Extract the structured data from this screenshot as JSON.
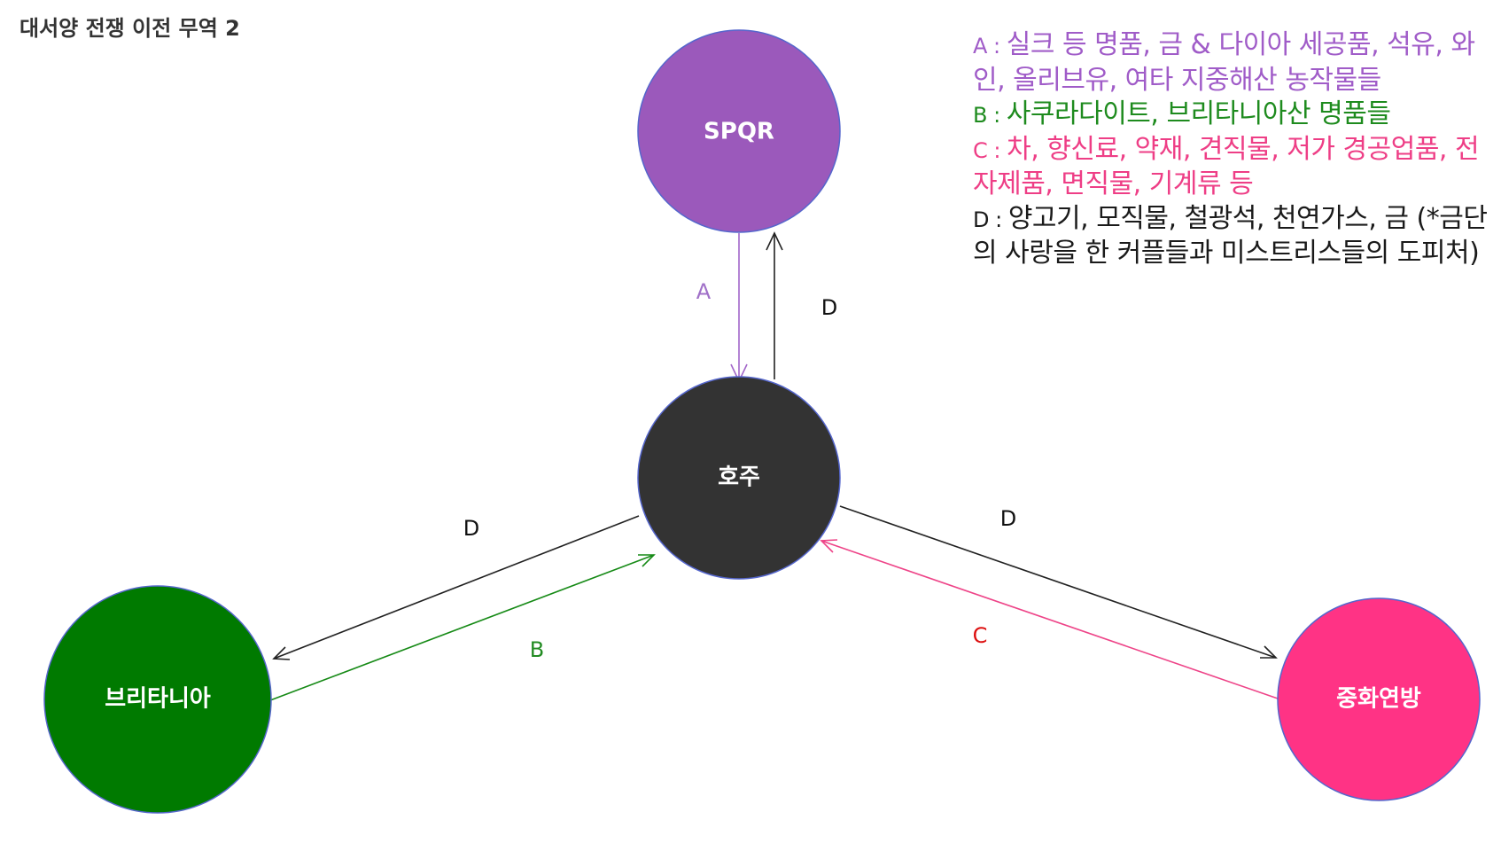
{
  "title": "대서양 전쟁 이전 무역 2",
  "colors": {
    "purple": "#9B59BB",
    "black": "#333333",
    "green": "#007A00",
    "pink": "#FF3385",
    "arrow_a": "#A266C9",
    "arrow_b": "#168A16",
    "arrow_c": "#EE4488",
    "arrow_d": "#222222",
    "label_a": "#A070C8",
    "label_b": "#228B22",
    "label_c": "#DD1111",
    "label_d": "#111111",
    "legend_a": "#A05CC8",
    "legend_b": "#1E8B1E",
    "legend_c": "#EE3E86",
    "legend_d": "#1A1A1A"
  },
  "nodes": {
    "spqr": "SPQR",
    "australia": "호주",
    "britannia": "브리타니아",
    "china": "중화연방"
  },
  "edges": {
    "spqr_to_australia": "A",
    "australia_to_spqr": "D",
    "australia_to_britannia": "D",
    "britannia_to_australia": "B",
    "australia_to_china": "D",
    "china_to_australia": "C"
  },
  "legend": {
    "a": {
      "key": "A : ",
      "text": "실크 등 명품, 금 & 다이아 세공품, 석유, 와인, 올리브유, 여타 지중해산 농작물들"
    },
    "b": {
      "key": "B : ",
      "text": "사쿠라다이트, 브리타니아산 명품들"
    },
    "c": {
      "key": "C : ",
      "text": "차, 향신료, 약재, 견직물, 저가 경공업품, 전자제품, 면직물, 기계류 등"
    },
    "d": {
      "key": "D : ",
      "text": "양고기, 모직물, 철광석, 천연가스, 금 (*금단의 사랑을 한 커플들과 미스트리스들의 도피처)"
    }
  }
}
